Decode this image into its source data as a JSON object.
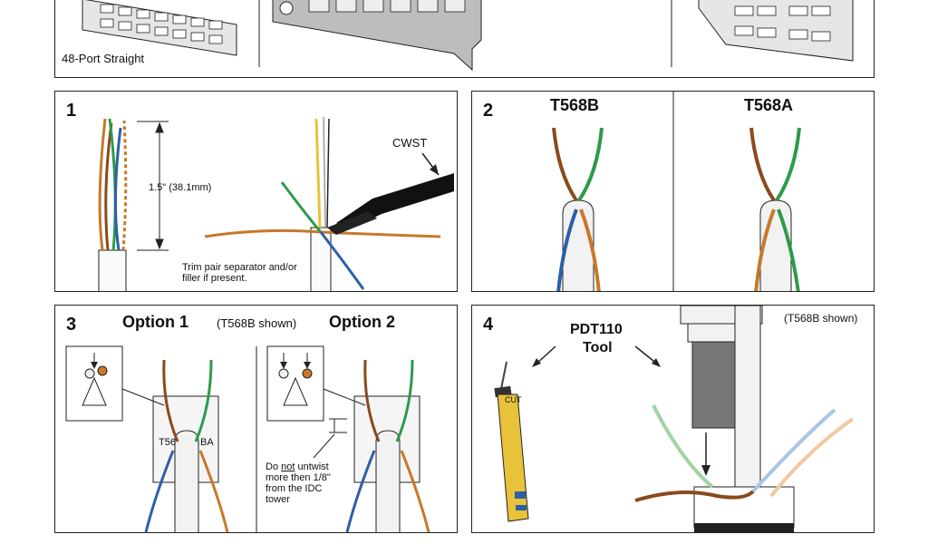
{
  "top_strip": {
    "caption": "48-Port Straight"
  },
  "step1": {
    "number": "1",
    "measure_label": "1.5\" (38.1mm)",
    "tool_label": "CWST",
    "note_line1": "Trim pair separator and/or",
    "note_line2": "filler if present."
  },
  "step2": {
    "number": "2",
    "left_title": "T568B",
    "right_title": "T568A"
  },
  "step3": {
    "number": "3",
    "option1": "Option 1",
    "shown": "(T568B shown)",
    "option2": "Option 2",
    "note_prefix": "Do ",
    "note_emph": "not",
    "note_suffix": " untwist",
    "note_line2": "more then 1/8\"",
    "note_line3": "from the IDC",
    "note_line4": "tower",
    "connector_left": "T56",
    "connector_right": "BA"
  },
  "step4": {
    "number": "4",
    "tool_line1": "PDT110",
    "tool_line2": "Tool",
    "shown": "(T568B shown)",
    "tool_cut": "CUT"
  },
  "colors": {
    "orange": "#c8782a",
    "brown": "#8a4a1c",
    "green": "#2e9a4a",
    "blue": "#2c5fa8",
    "yellow": "#e8c23a",
    "frame": "#222222"
  }
}
